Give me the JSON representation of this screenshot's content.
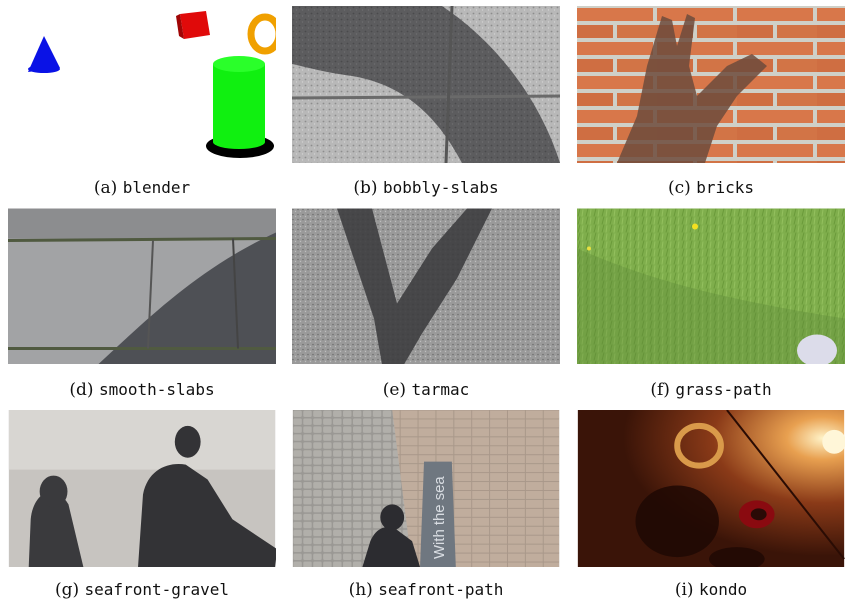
{
  "figures": [
    {
      "label": "(a)",
      "name": "blender"
    },
    {
      "label": "(b)",
      "name": "bobbly-slabs"
    },
    {
      "label": "(c)",
      "name": "bricks"
    },
    {
      "label": "(d)",
      "name": "smooth-slabs"
    },
    {
      "label": "(e)",
      "name": "tarmac"
    },
    {
      "label": "(f)",
      "name": "grass-path"
    },
    {
      "label": "(g)",
      "name": "seafront-gravel"
    },
    {
      "label": "(h)",
      "name": "seafront-path"
    },
    {
      "label": "(i)",
      "name": "kondo"
    }
  ],
  "colors": {
    "cone": "#0a12e6",
    "cube": "#e00a0a",
    "ring": "#f0a000",
    "cylinder": "#10f010",
    "shadow": "#000000"
  },
  "signs": {
    "seafront_path_plaque": "With the sea"
  }
}
